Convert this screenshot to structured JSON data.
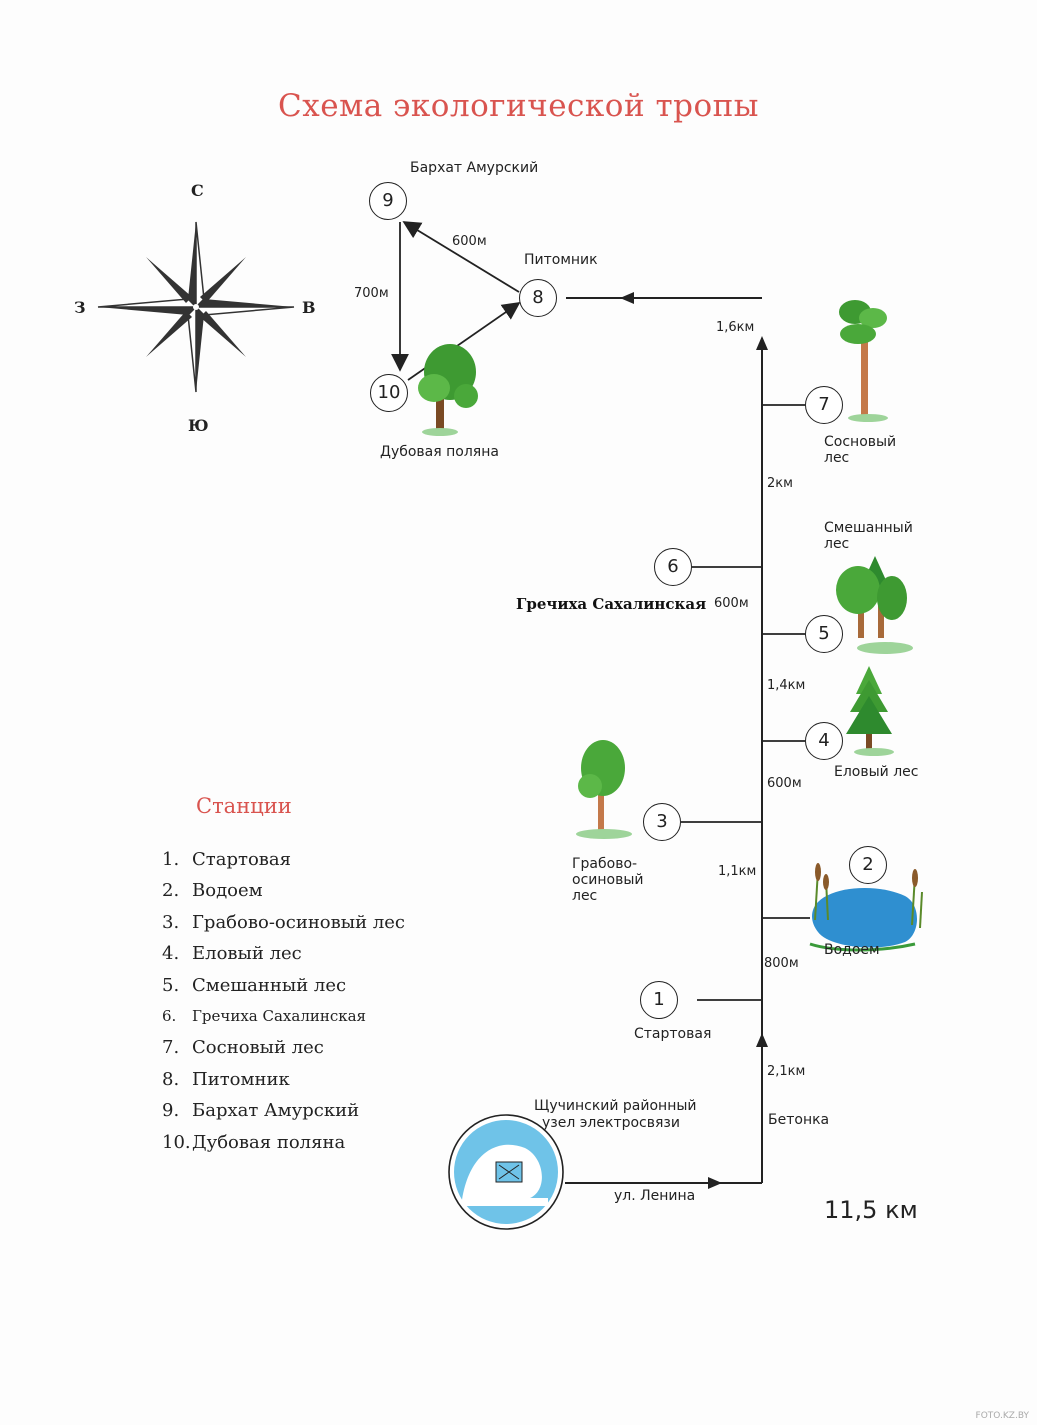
{
  "title": "Схема экологической тропы",
  "compass": {
    "north": "С",
    "south": "Ю",
    "west": "З",
    "east": "В"
  },
  "stations_on_map": [
    {
      "num": "1",
      "label": "Стартовая"
    },
    {
      "num": "2",
      "label": "Водоем"
    },
    {
      "num": "3",
      "label": "Грабово-осиновый лес",
      "label_lines": [
        "Грабово-",
        "осиновый",
        "лес"
      ]
    },
    {
      "num": "4",
      "label": "Еловый лес"
    },
    {
      "num": "5",
      "label": "Смешанный лес",
      "label_lines": [
        "Смешанный",
        "лес"
      ]
    },
    {
      "num": "6",
      "label": "Гречиха Сахалинская"
    },
    {
      "num": "7",
      "label": "Сосновый лес",
      "label_lines": [
        "Сосновый",
        "лес"
      ]
    },
    {
      "num": "8",
      "label": "Питомник"
    },
    {
      "num": "9",
      "label": "Бархат Амурский"
    },
    {
      "num": "10",
      "label": "Дубовая поляна"
    }
  ],
  "distances": {
    "d_9_8": "600м",
    "d_9_10": "700м",
    "d_to_8": "1,6км",
    "d_7_6": "2км",
    "d_6_5": "600м",
    "d_5_4": "1,4км",
    "d_4_3": "600м",
    "d_3_2": "1,1км",
    "d_2_1": "800м",
    "d_start": "2,1км"
  },
  "roads": {
    "betonka": "Бетонка",
    "lenina": "ул. Ленина"
  },
  "origin": {
    "line1": "Щучинский районный",
    "line2": "узел электросвязи"
  },
  "legend": {
    "title": "Станции",
    "items": [
      {
        "n": "1.",
        "label": "Стартовая"
      },
      {
        "n": "2.",
        "label": "Водоем"
      },
      {
        "n": "3.",
        "label": "Грабово-осиновый лес"
      },
      {
        "n": "4.",
        "label": "Еловый лес"
      },
      {
        "n": "5.",
        "label": "Смешанный лес"
      },
      {
        "n": "6.",
        "label": "Гречиха Сахалинская"
      },
      {
        "n": "7.",
        "label": "Сосновый лес"
      },
      {
        "n": "8.",
        "label": "Питомник"
      },
      {
        "n": "9.",
        "label": "Бархат Амурский"
      },
      {
        "n": "10.",
        "label": "Дубовая поляна"
      }
    ]
  },
  "total_length": "11,5 км",
  "watermark": "FOTO.KZ.BY",
  "colors": {
    "title": "#d9544f",
    "tree_green": "#4aa83a",
    "water": "#3aa6d8",
    "line": "#222222"
  }
}
